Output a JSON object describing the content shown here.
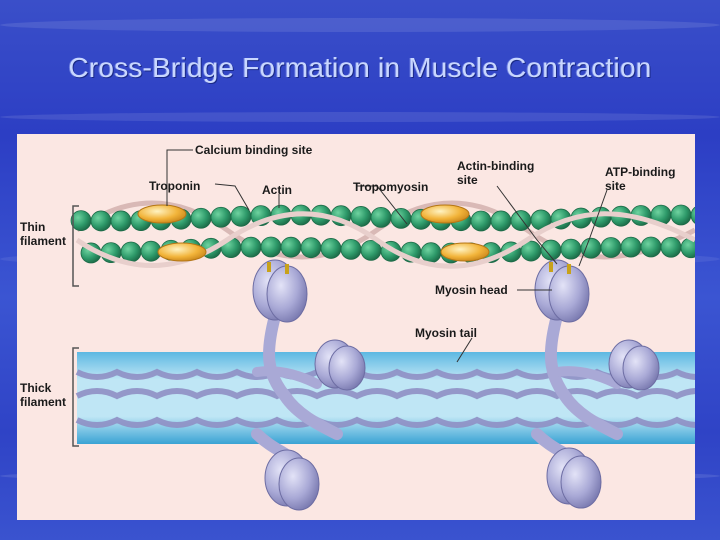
{
  "slide": {
    "title": "Cross-Bridge Formation in Muscle Contraction"
  },
  "figure": {
    "labels": {
      "calcium_binding_site": "Calcium binding site",
      "troponin": "Troponin",
      "actin": "Actin",
      "tropomyosin": "Tropomyosin",
      "actin_binding_site_line1": "Actin-binding",
      "actin_binding_site_line2": "site",
      "atp_binding_site_line1": "ATP-binding",
      "atp_binding_site_line2": "site",
      "thin_filament_line1": "Thin",
      "thin_filament_line2": "filament",
      "myosin_head": "Myosin head",
      "myosin_tail": "Myosin tail",
      "thick_filament_line1": "Thick",
      "thick_filament_line2": "filament"
    },
    "colors": {
      "slide_background": "#3a4fc9",
      "panel_background": "#fbe7e3",
      "actin_bead": "#2e9a6a",
      "troponin": "#f2b43a",
      "tropomyosin": "#d9b9b6",
      "myosin": "#a9a9d6",
      "thick_filament_band": "#7ec8e8"
    }
  }
}
